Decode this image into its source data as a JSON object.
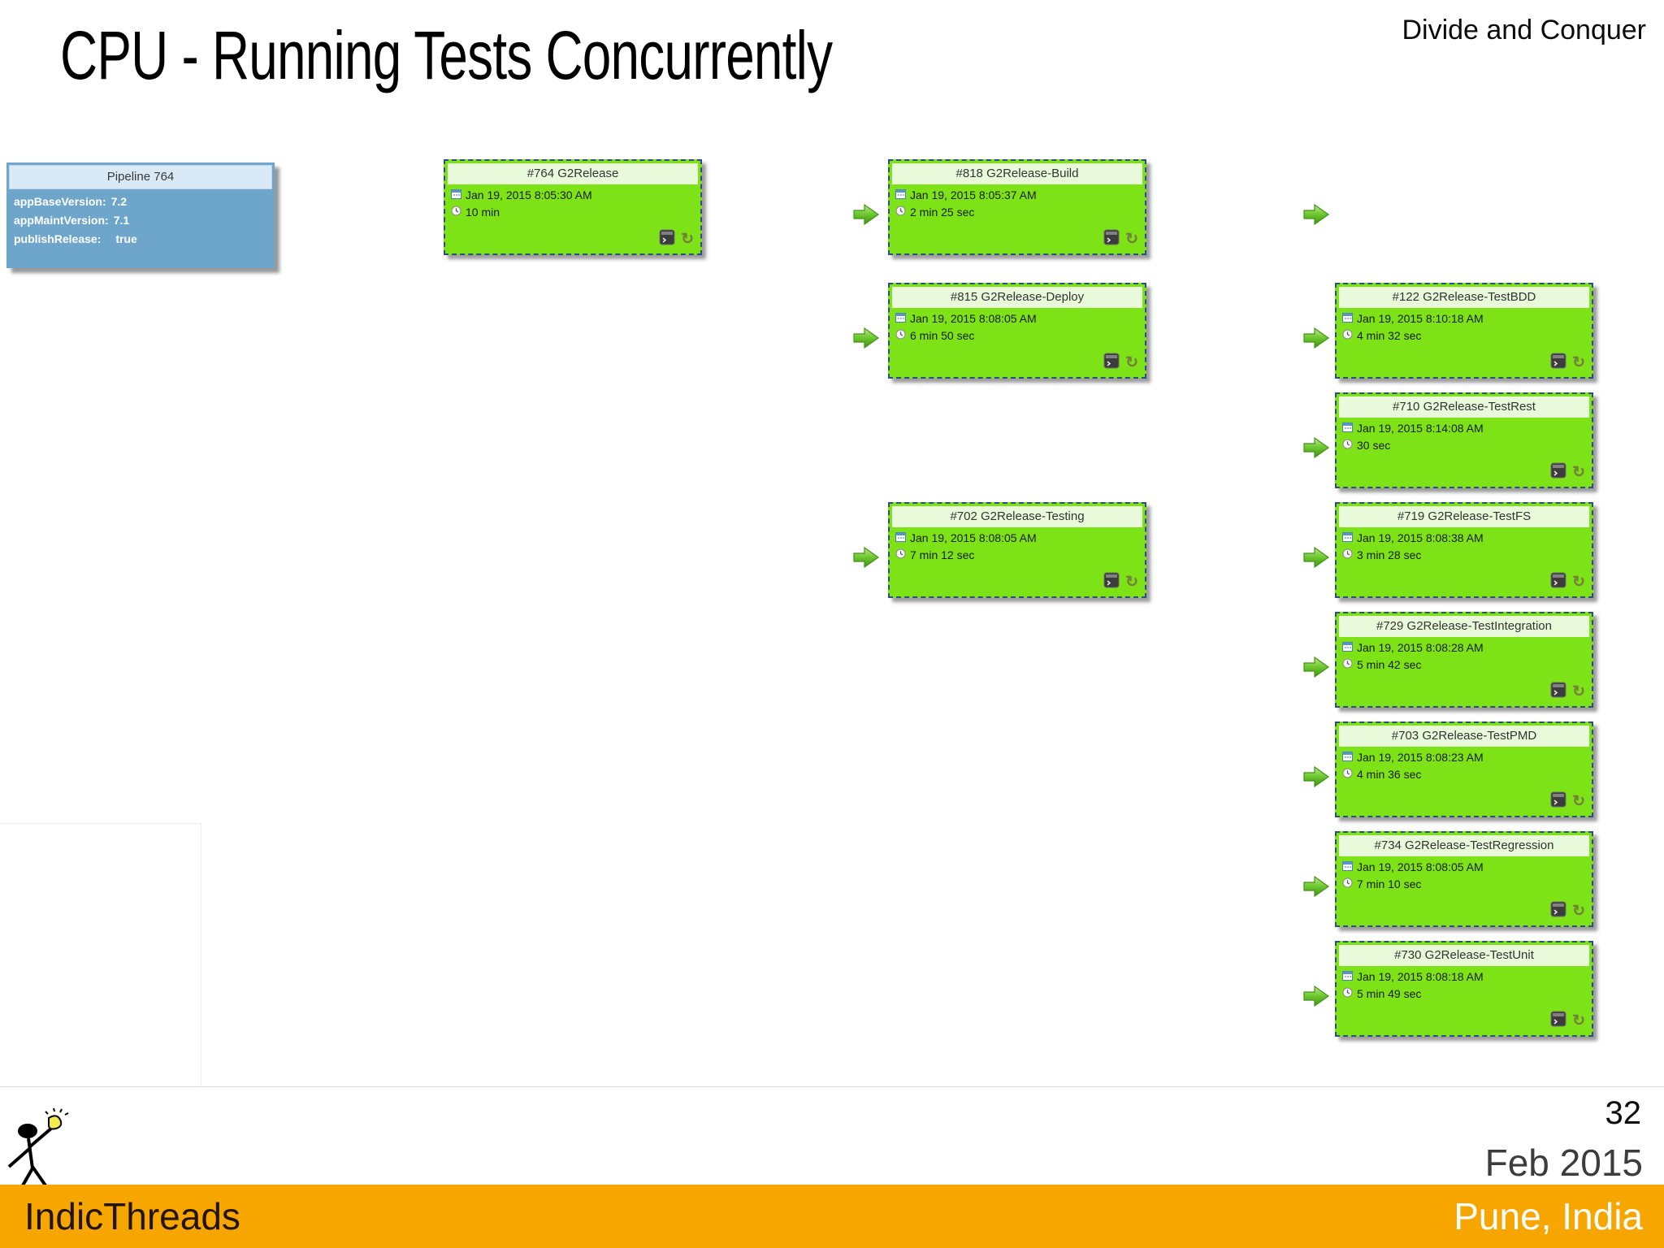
{
  "slide": {
    "title": "CPU - Running Tests Concurrently",
    "corner_label": "Divide and Conquer",
    "page_number": "32",
    "footer_date": "Feb 2015",
    "brand": "IndicThreads",
    "location": "Pune, India"
  },
  "pipeline": {
    "param_box": {
      "title": "Pipeline 764",
      "params": [
        {
          "label": "appBaseVersion:",
          "value": "7.2"
        },
        {
          "label": "appMaintVersion:",
          "value": "7.1"
        },
        {
          "label": "publishRelease:",
          "value": "true"
        }
      ]
    },
    "jobs": [
      {
        "title": "#764 G2Release",
        "date": "Jan 19, 2015 8:05:30 AM",
        "duration": "10 min"
      },
      {
        "title": "#818 G2Release-Build",
        "date": "Jan 19, 2015 8:05:37 AM",
        "duration": "2 min 25 sec"
      },
      {
        "title": "#815 G2Release-Deploy",
        "date": "Jan 19, 2015 8:08:05 AM",
        "duration": "6 min 50 sec"
      },
      {
        "title": "#702 G2Release-Testing",
        "date": "Jan 19, 2015 8:08:05 AM",
        "duration": "7 min 12 sec"
      },
      {
        "title": "#122 G2Release-TestBDD",
        "date": "Jan 19, 2015 8:10:18 AM",
        "duration": "4 min 32 sec"
      },
      {
        "title": "#710 G2Release-TestRest",
        "date": "Jan 19, 2015 8:14:08 AM",
        "duration": "30 sec"
      },
      {
        "title": "#719 G2Release-TestFS",
        "date": "Jan 19, 2015 8:08:38 AM",
        "duration": "3 min 28 sec"
      },
      {
        "title": "#729 G2Release-TestIntegration",
        "date": "Jan 19, 2015 8:08:28 AM",
        "duration": "5 min 42 sec"
      },
      {
        "title": "#703 G2Release-TestPMD",
        "date": "Jan 19, 2015 8:08:23 AM",
        "duration": "4 min 36 sec"
      },
      {
        "title": "#734 G2Release-TestRegression",
        "date": "Jan 19, 2015 8:08:05 AM",
        "duration": "7 min 10 sec"
      },
      {
        "title": "#730 G2Release-TestUnit",
        "date": "Jan 19, 2015 8:08:18 AM",
        "duration": "5 min 49 sec"
      }
    ]
  },
  "icons": {
    "calendar": "css-shape",
    "clock": "css-shape",
    "console": "css-shape",
    "rebuild": "↻",
    "flow_arrow": "css-shape"
  },
  "colors": {
    "job_green": "#7de216",
    "job_header_green": "#e9fadb",
    "running_border_blue": "#2f4b8f",
    "param_blue": "#6ea6cb",
    "param_header_blue": "#d9eaf6",
    "arrow_green": "#5cb823",
    "footer_orange": "#f7a600"
  }
}
